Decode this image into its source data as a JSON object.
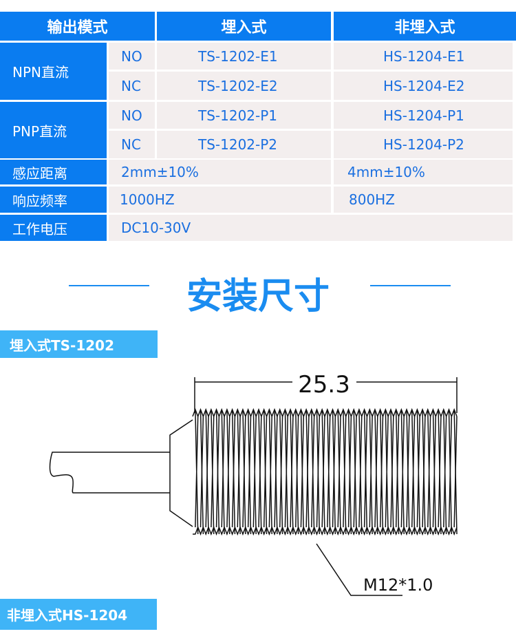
{
  "table": {
    "headers": [
      "输出模式",
      "埋入式",
      "非埋入式"
    ],
    "npn": {
      "label": "NPN直流",
      "no": "NO",
      "nc": "NC",
      "no_embed": "TS-1202-E1",
      "no_non": "HS-1204-E1",
      "nc_embed": "TS-1202-E2",
      "nc_non": "HS-1204-E2"
    },
    "pnp": {
      "label": "PNP直流",
      "no": "NO",
      "nc": "NC",
      "no_embed": "TS-1202-P1",
      "no_non": "HS-1204-P1",
      "nc_embed": "TS-1202-P2",
      "nc_non": "HS-1204-P2"
    },
    "distance": {
      "label": "感应距离",
      "embed": "2mm±10%",
      "non": "4mm±10%"
    },
    "frequency": {
      "label": "响应频率",
      "embed": "1000HZ",
      "non": "800HZ"
    },
    "voltage": {
      "label": "工作电压",
      "value": "DC10-30V"
    }
  },
  "section": {
    "title": "安装尺寸"
  },
  "drawing1": {
    "tag": "埋入式TS-1202",
    "length": "25.3",
    "thread": "M12*1.0"
  },
  "drawing2": {
    "tag": "非埋入式HS-1204"
  },
  "colors": {
    "header": "#0a7cf0",
    "tag": "#3fb4f7",
    "text": "#1a6fe0"
  }
}
